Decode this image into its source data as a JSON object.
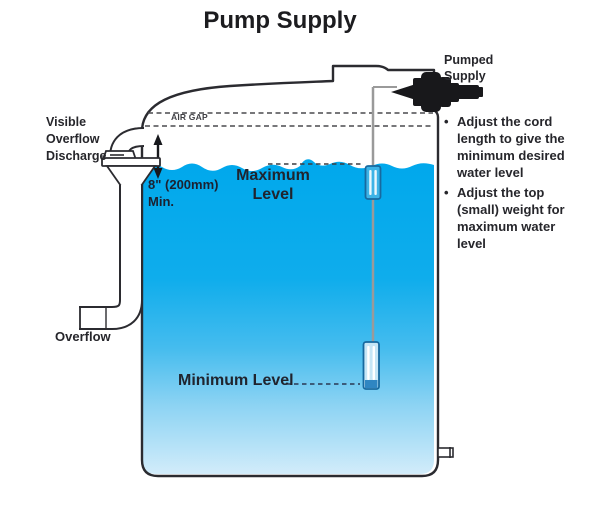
{
  "title": "Pump Supply",
  "labels": {
    "visible_overflow_discharge": "Visible\nOverflow\nDischarge",
    "overflow": "Overflow",
    "air_gap": "AIR GAP",
    "min_depth": "8\" (200mm)\nMin.",
    "maximum_level": "Maximum\nLevel",
    "minimum_level": "Minimum Level",
    "pumped_supply": "Pumped\nSupply"
  },
  "notes": {
    "marker": "•",
    "items": [
      {
        "text": "Adjust the cord length to give the minimum desired water level"
      },
      {
        "text": "Adjust the top (small) weight for maximum water level"
      }
    ]
  },
  "colors": {
    "water_top": "#00a8ec",
    "water_bottom": "#d2ecfa",
    "outline": "#2b2b30",
    "weight_border": "#17699f",
    "weight_fill_small": "#3db3e6",
    "weight_fill_long": "#c6e6f6",
    "fitting_black": "#18181b",
    "cord_gray": "#9a9a9a"
  }
}
